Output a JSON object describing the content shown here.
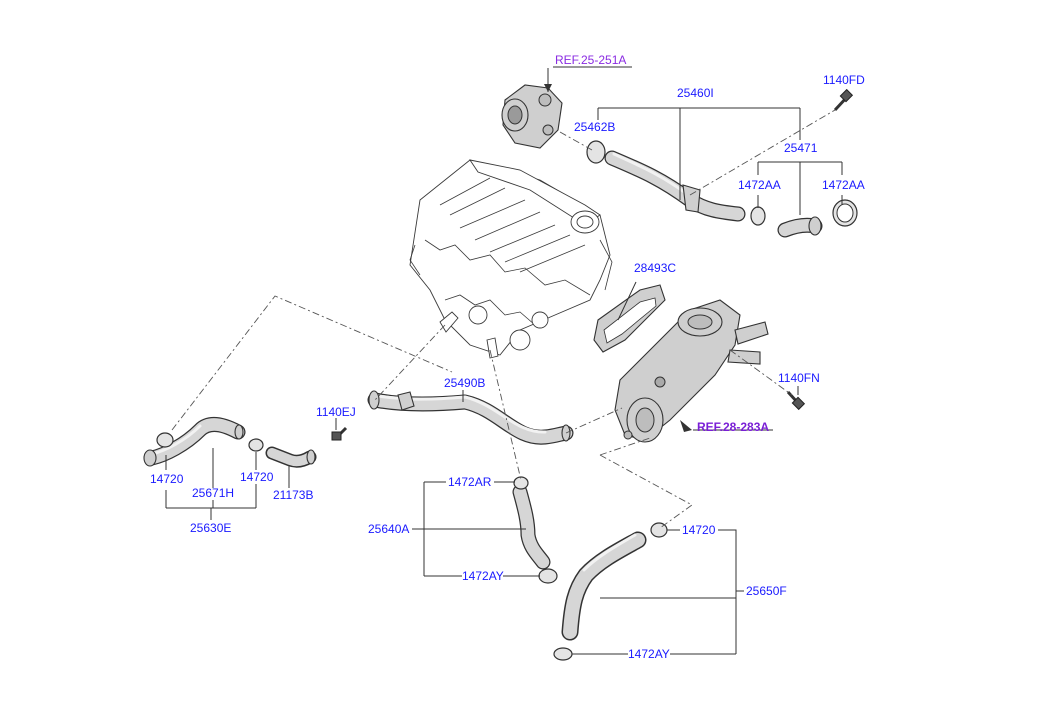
{
  "labels": {
    "ref_25_251a": "REF.25-251A",
    "ref_28_283a": "REF.28-283A",
    "p_1140fd": "1140FD",
    "p_25460i": "25460I",
    "p_25462b": "25462B",
    "p_25471": "25471",
    "p_1472aa_left": "1472AA",
    "p_1472aa_right": "1472AA",
    "p_28493c": "28493C",
    "p_1140fn": "1140FN",
    "p_25490b": "25490B",
    "p_1140ej": "1140EJ",
    "p_14720_left": "14720",
    "p_25671h": "25671H",
    "p_14720_mid": "14720",
    "p_21173b": "21173B",
    "p_25630e": "25630E",
    "p_1472ar": "1472AR",
    "p_25640a": "25640A",
    "p_1472ay_mid": "1472AY",
    "p_14720_right": "14720",
    "p_25650f": "25650F",
    "p_1472ay_bottom": "1472AY"
  },
  "colors": {
    "label": "#1a1aff",
    "reference": "#8a2be2",
    "line": "#333333",
    "part_fill": "#cfcfcf"
  }
}
